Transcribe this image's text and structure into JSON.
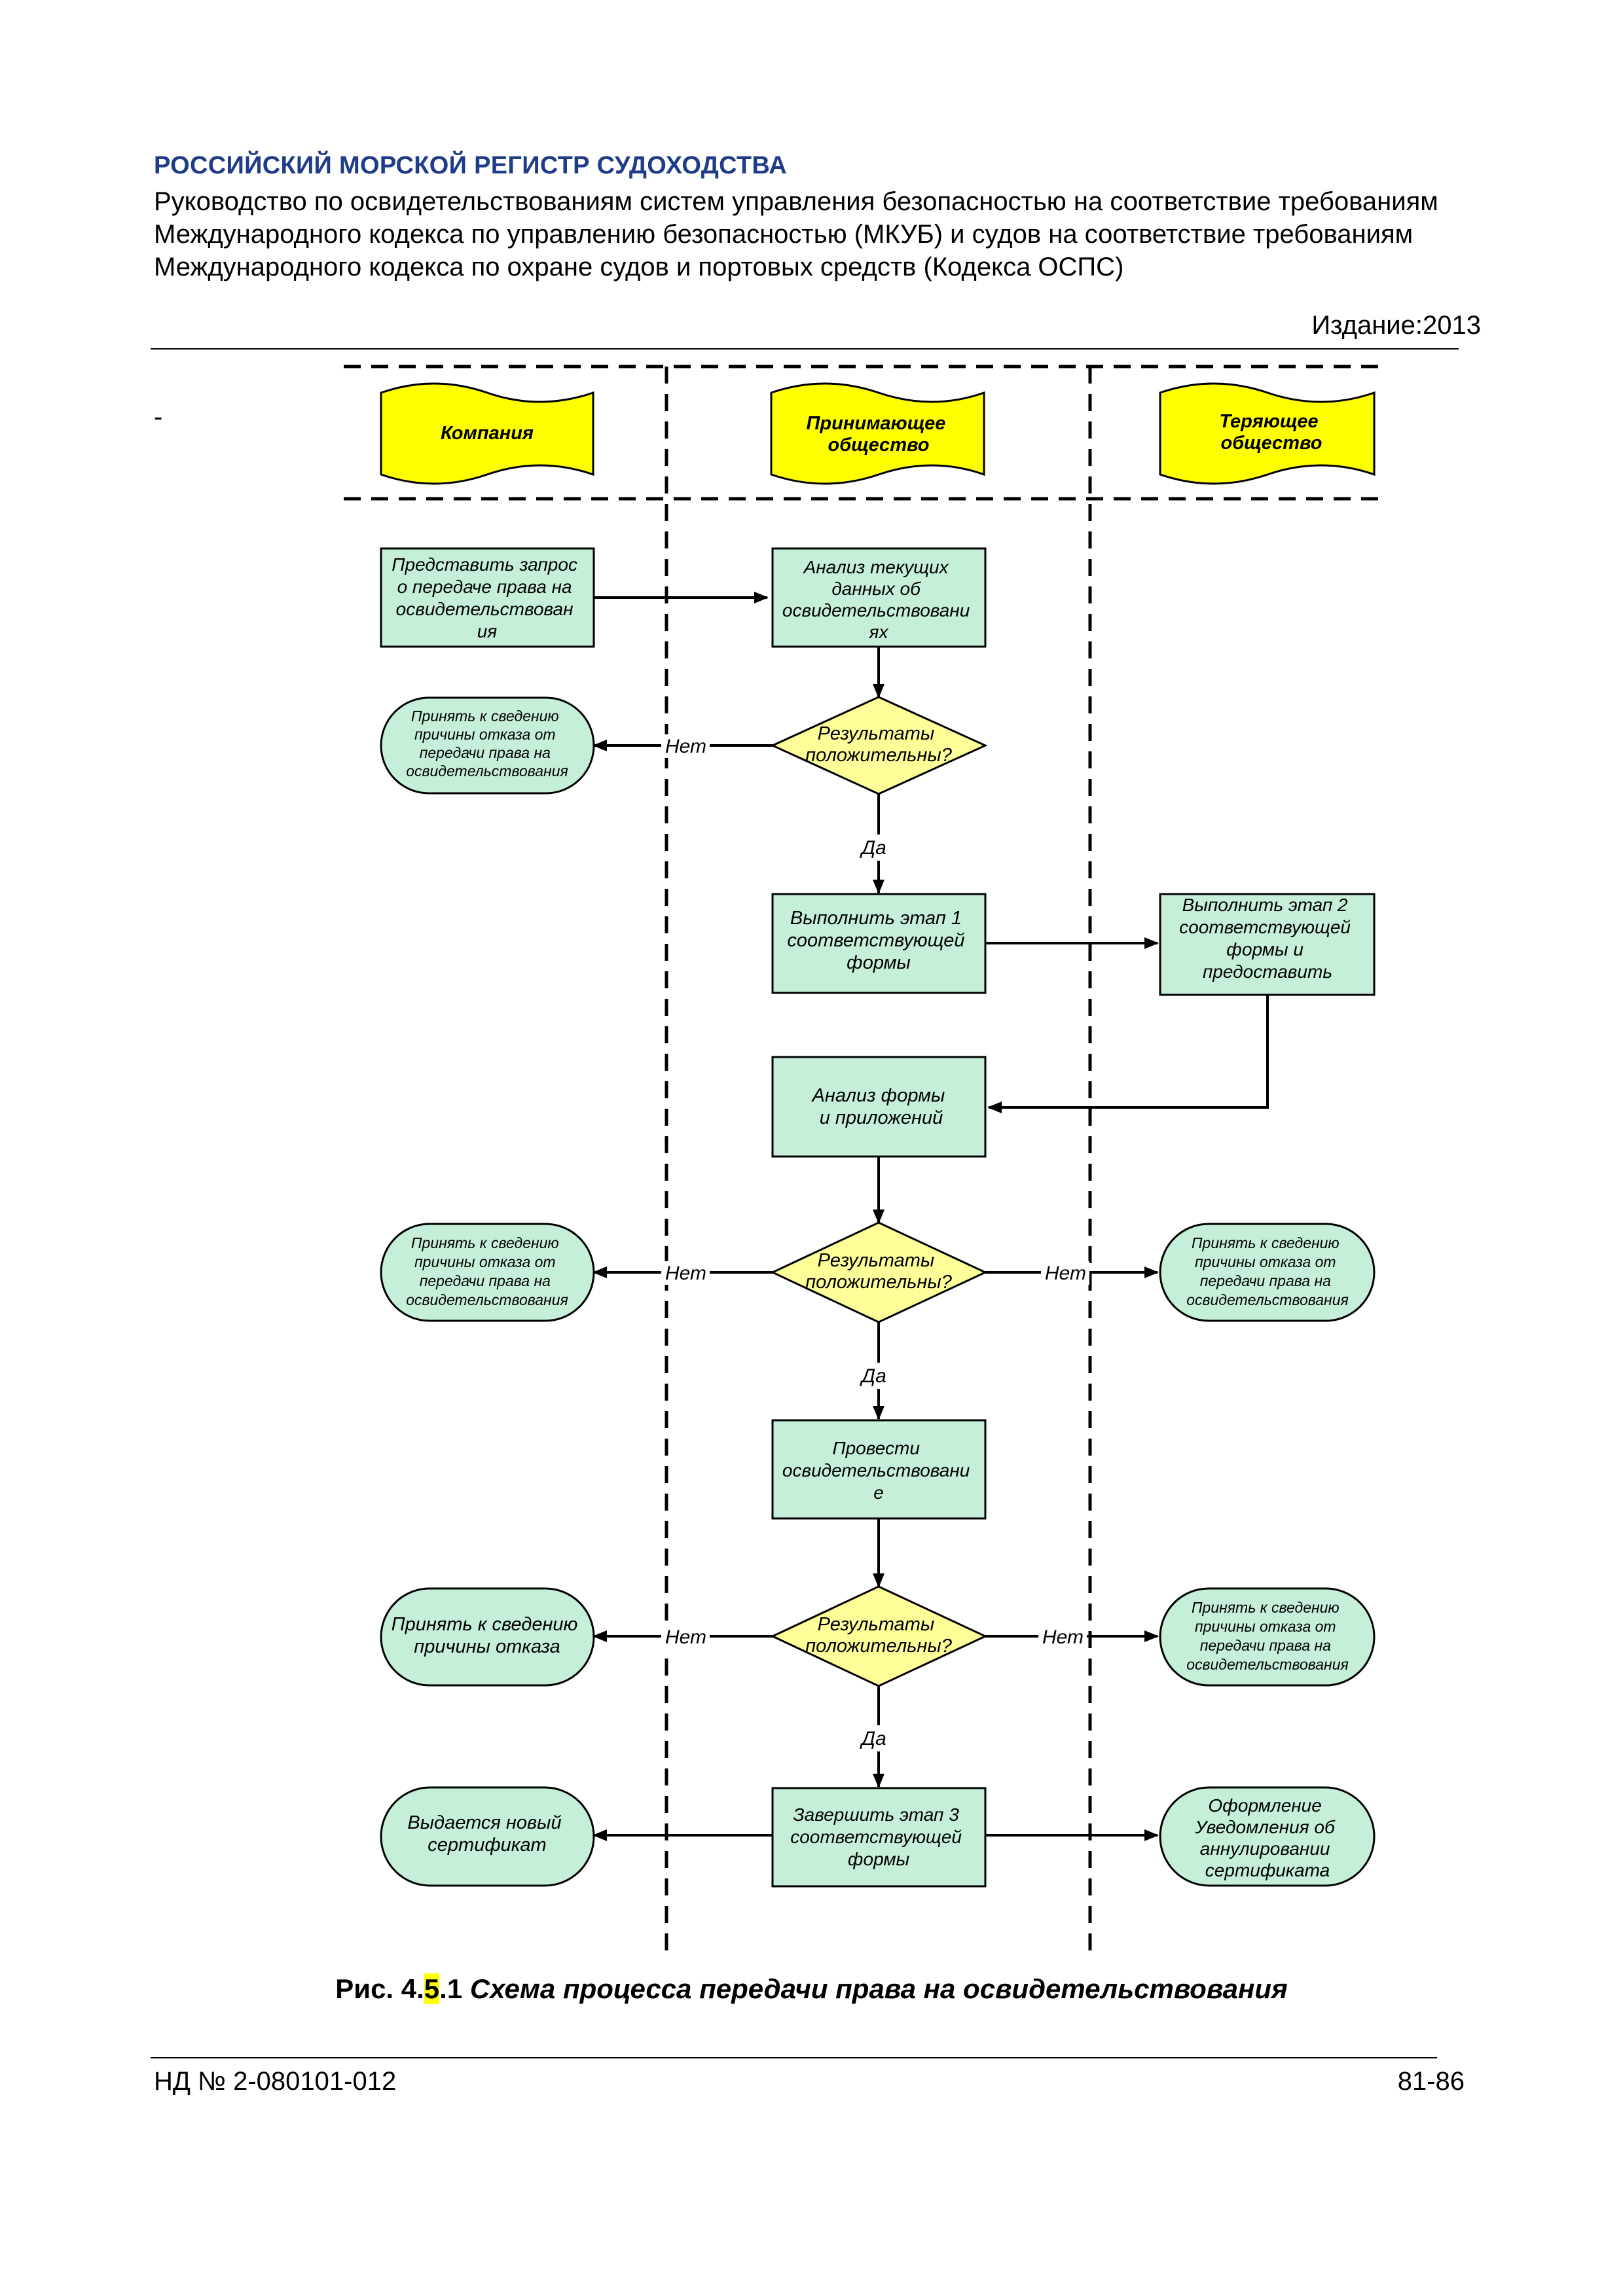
{
  "header": {
    "organization": "РОССИЙСКИЙ МОРСКОЙ РЕГИСТР СУДОХОДСТВА",
    "document_title": "Руководство по освидетельствованиям систем управления безопасностью на соответствие требованиям Международного кодекса по управлению безопасностью (МКУБ) и судов на соответствие требованиям Международного кодекса по охране судов и портовых средств (Кодекса ОСПС)",
    "edition": "Издание:2013"
  },
  "stray_mark": "-",
  "swimlanes": {
    "company": [
      "Компания"
    ],
    "receiving": [
      "Принимающее",
      "общество"
    ],
    "losing": [
      "Теряющее",
      "общество"
    ]
  },
  "nodes": {
    "request": [
      "Представить запрос",
      "о передаче права на",
      "освидетельствован",
      "ия"
    ],
    "analysis_current": [
      "Анализ текущих",
      "данных об",
      "освидетельствовани",
      "ях"
    ],
    "decision_1": [
      "Результаты",
      "положительны?"
    ],
    "note_refusal_1": [
      "Принять к сведению",
      "причины отказа от",
      "передачи права на",
      "освидетельствования"
    ],
    "stage_1": [
      "Выполнить этап 1",
      "соответствующей",
      "формы"
    ],
    "stage_2": [
      "Выполнить этап 2",
      "соответствующей",
      "формы и",
      "предоставить"
    ],
    "analysis_form": [
      "Анализ формы",
      "и приложений"
    ],
    "decision_2": [
      "Результаты",
      "положительны?"
    ],
    "note_refusal_2_company": [
      "Принять к сведению",
      "причины отказа от",
      "передачи права на",
      "освидетельствования"
    ],
    "note_refusal_2_losing": [
      "Принять к сведению",
      "причины отказа от",
      "передачи права на",
      "освидетельствования"
    ],
    "survey": [
      "Провести",
      "освидетельствовани",
      "е"
    ],
    "decision_3": [
      "Результаты",
      "положительны?"
    ],
    "note_refusal_3_company": [
      "Принять к сведению",
      "причины отказа"
    ],
    "note_refusal_3_losing": [
      "Принять к сведению",
      "причины отказа от",
      "передачи права на",
      "освидетельствования"
    ],
    "stage_3": [
      "Завершить этап 3",
      "соответствующей",
      "формы"
    ],
    "new_certificate": [
      "Выдается новый",
      "сертификат"
    ],
    "cancellation_notice": [
      "Оформление",
      "Уведомления об",
      "аннулировании",
      "сертификата"
    ]
  },
  "edge_labels": {
    "no": "Нет",
    "yes": "Да"
  },
  "caption": {
    "prefix": "Рис. 4.",
    "highlighted": "5",
    "suffix": ".1 ",
    "title": "Схема процесса передачи права на освидетельствования"
  },
  "footer": {
    "document_number": "НД № 2-080101-012",
    "page": "81-86"
  },
  "colors": {
    "org_text": "#1f3c88",
    "swimlane_fill": "#ffff00",
    "process_fill": "#c6efd9",
    "decision_fill": "#ffff99",
    "highlight": "#ffff00"
  }
}
